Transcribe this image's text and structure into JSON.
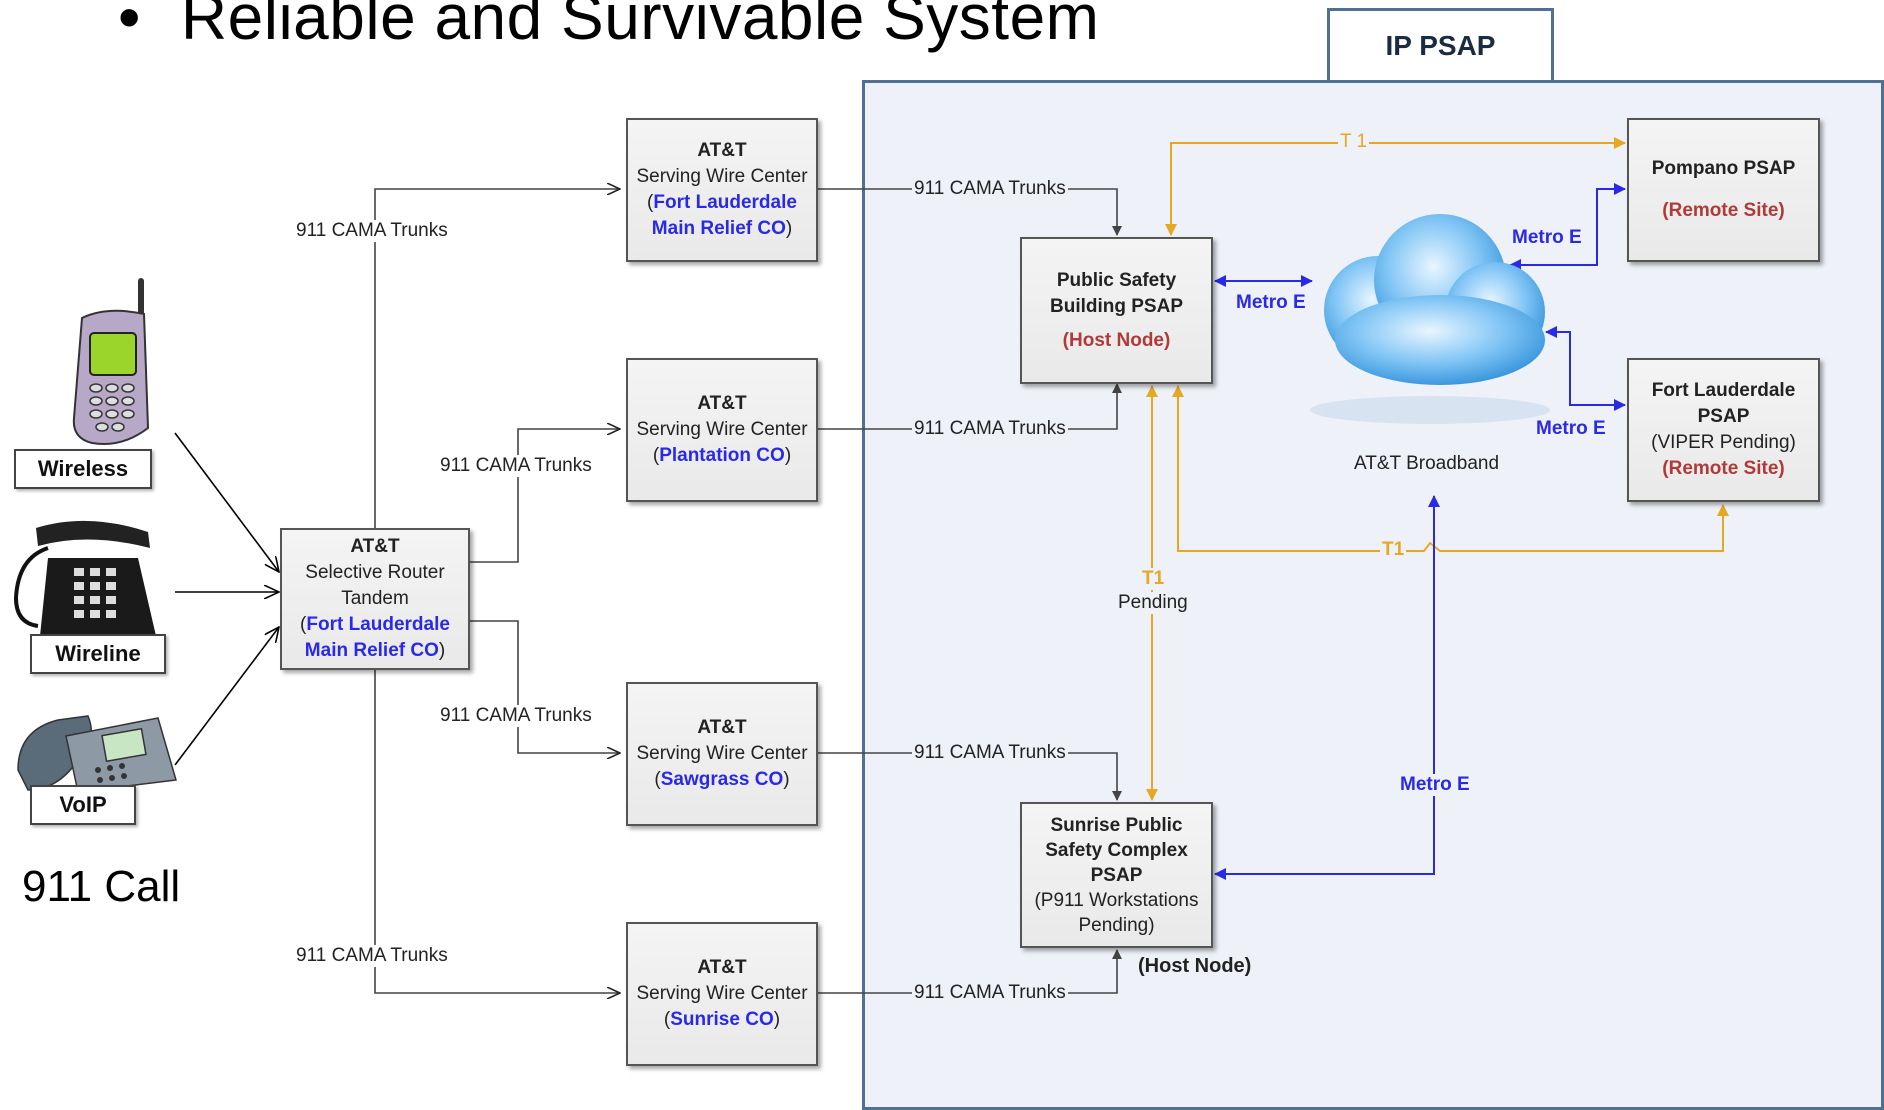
{
  "title": "Reliable and Survivable System",
  "bullet": "•",
  "ip_psap_tab": "IP PSAP",
  "call_caption": "911 Call",
  "devices": [
    {
      "label": "Wireless",
      "icon": "mobile-phone-icon"
    },
    {
      "label": "Wireline",
      "icon": "desk-phone-icon"
    },
    {
      "label": "VoIP",
      "icon": "voip-phone-icon"
    }
  ],
  "router": {
    "line1": "AT&T",
    "line2": "Selective Router",
    "line3": "Tandem",
    "paren_open": "(",
    "loc1": "Fort Lauderdale",
    "loc2": "Main Relief CO",
    "paren_close": ")"
  },
  "wire_centers": [
    {
      "line1": "AT&T",
      "line2": "Serving Wire Center",
      "loc1": "Fort Lauderdale",
      "loc2": "Main Relief CO"
    },
    {
      "line1": "AT&T",
      "line2": "Serving Wire Center",
      "loc1": "Plantation CO",
      "loc2": ""
    },
    {
      "line1": "AT&T",
      "line2": "Serving Wire Center",
      "loc1": "Sawgrass CO",
      "loc2": ""
    },
    {
      "line1": "AT&T",
      "line2": "Serving Wire Center",
      "loc1": "Sunrise CO",
      "loc2": ""
    }
  ],
  "psaps": {
    "psb": {
      "line1": "Public Safety",
      "line2": "Building PSAP",
      "tag": "(Host Node)"
    },
    "sunrise": {
      "line1": "Sunrise Public",
      "line2": "Safety Complex",
      "line3": "PSAP",
      "line4": "(P911 Workstations",
      "line5": "Pending)",
      "tag": "(Host Node)"
    },
    "pompano": {
      "line1": "Pompano PSAP",
      "tag": "(Remote Site)"
    },
    "ftl": {
      "line1": "Fort Lauderdale",
      "line2": "PSAP",
      "line3": "(VIPER Pending)",
      "tag": "(Remote Site)"
    }
  },
  "link_labels": {
    "cama": "911 CAMA Trunks",
    "metro_e": "Metro E",
    "t1_a": "T 1",
    "t1_b": "T1",
    "t1_c": "T1",
    "pending": "Pending"
  },
  "cloud_label": "AT&T Broadband",
  "colors": {
    "metro_e": "#2a2ae6",
    "t1": "#e5a823",
    "trunk": "#444444",
    "ip_region_bg": "#eef2f8",
    "ip_region_border": "#4f6f93"
  }
}
